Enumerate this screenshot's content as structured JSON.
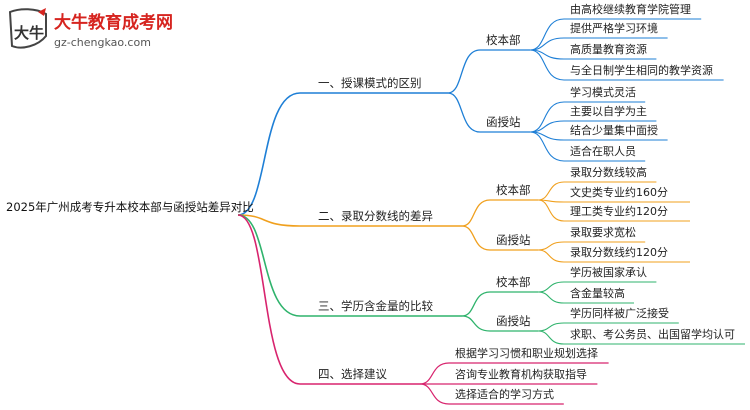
{
  "logo": {
    "name": "大牛教育成考网",
    "url": "gz-chengkao.com",
    "emblem_text": "大牛",
    "color": "#d6241f"
  },
  "root": "2025年广州成考专升本校本部与函授站差异对比",
  "colors": {
    "branch1": "#1e7fd6",
    "branch2": "#f0a01e",
    "branch3": "#2fb36c",
    "branch4": "#d8246e",
    "text": "#222222",
    "root_text": "#111111"
  },
  "branches": [
    {
      "label": "一、授课模式的区别",
      "groups": [
        {
          "label": "校本部",
          "items": [
            "由高校继续教育学院管理",
            "提供严格学习环境",
            "高质量教育资源",
            "与全日制学生相同的教学资源"
          ]
        },
        {
          "label": "函授站",
          "items": [
            "学习模式灵活",
            "主要以自学为主",
            "结合少量集中面授",
            "适合在职人员"
          ]
        }
      ]
    },
    {
      "label": "二、录取分数线的差异",
      "groups": [
        {
          "label": "校本部",
          "items": [
            "录取分数线较高",
            "文史类专业约160分",
            "理工类专业约120分"
          ]
        },
        {
          "label": "函授站",
          "items": [
            "录取要求宽松",
            "录取分数线约120分"
          ]
        }
      ]
    },
    {
      "label": "三、学历含金量的比较",
      "groups": [
        {
          "label": "校本部",
          "items": [
            "学历被国家承认",
            "含金量较高"
          ]
        },
        {
          "label": "函授站",
          "items": [
            "学历同样被广泛接受",
            "求职、考公务员、出国留学均认可"
          ]
        }
      ]
    },
    {
      "label": "四、选择建议",
      "groups": [],
      "items": [
        "根据学习习惯和职业规划选择",
        "咨询专业教育机构获取指导",
        "选择适合的学习方式"
      ]
    }
  ]
}
